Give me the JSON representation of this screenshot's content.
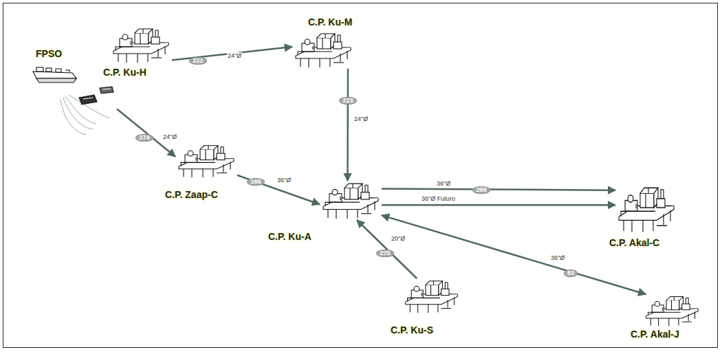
{
  "diagram": {
    "nodes": [
      {
        "text": [
          "C.P. Ku-H"
        ]
      },
      {
        "text": [
          "C.P. Ku-M"
        ]
      },
      {
        "text": [
          "FPSO"
        ]
      },
      {
        "text": [
          "C.P. Zaap-C"
        ]
      },
      {
        "text": [
          "C.P. Ku-A"
        ]
      },
      {
        "text": [
          "C.P. Akal-C"
        ]
      },
      {
        "text": [
          "C.P. Ku-S"
        ]
      },
      {
        "text": [
          "C.P. Akal-J"
        ]
      }
    ],
    "edges": [
      {
        "from": 0,
        "to": 1,
        "arrow": "to",
        "label": "24\"Ø"
      },
      {
        "from": 1,
        "to": 4,
        "arrow": "to",
        "label": "24\"Ø"
      },
      {
        "from": 2,
        "to": 3,
        "arrow": "to",
        "label": "24\"Ø"
      },
      {
        "from": 3,
        "to": 4,
        "arrow": "to",
        "label": "36\"Ø"
      },
      {
        "from": 4,
        "to": 5,
        "arrow": "to",
        "label": "36\"Ø"
      },
      {
        "from": 4,
        "to": 5,
        "arrow": "to",
        "label": "36\"Ø Futuro"
      },
      {
        "from": 6,
        "to": 4,
        "arrow": "to",
        "label": "20\"Ø"
      },
      {
        "from": 4,
        "to": 7,
        "arrow": "both",
        "label": "36\"Ø"
      }
    ],
    "labels": [
      "222",
      "223",
      "274",
      "166",
      "269",
      "275",
      "83"
    ]
  }
}
